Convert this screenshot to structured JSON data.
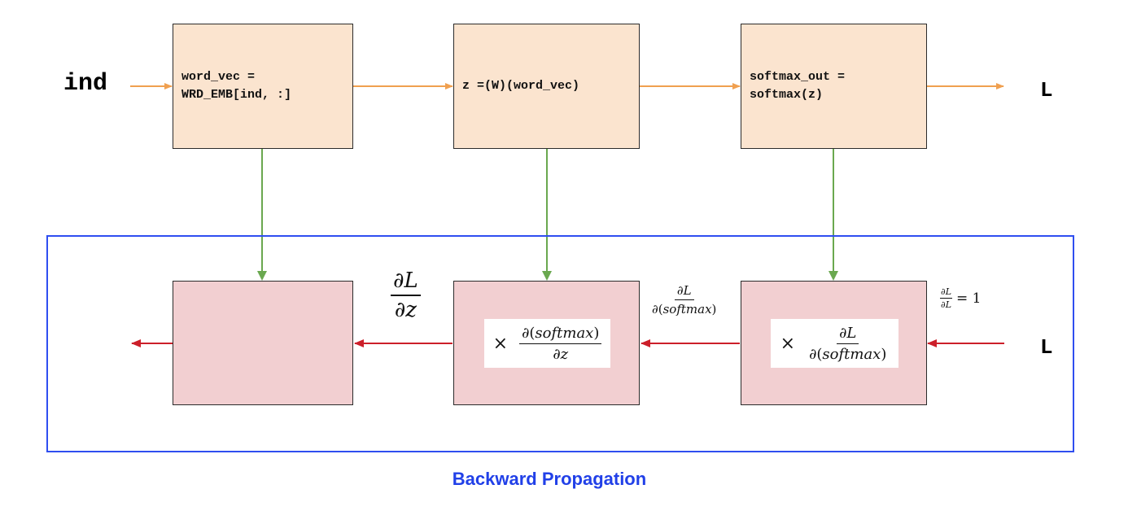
{
  "forward": {
    "input_label": "ind",
    "output_label": "L",
    "box1": {
      "line1": "word_vec =",
      "line2": "WRD_EMB[ind, :]"
    },
    "box2": {
      "line1": "z =(W)(word_vec)"
    },
    "box3": {
      "line1": "softmax_out =",
      "line2": "softmax(z)"
    }
  },
  "backward": {
    "region_title": "Backward Propagation",
    "input_label": "L",
    "box2_term": {
      "times": "×",
      "num_op": "∂(",
      "num_var": "softmax",
      "num_close": ")",
      "den_op": "∂",
      "den_var": "z"
    },
    "box3_term": {
      "times": "×",
      "num_op": "∂",
      "num_var": "L",
      "den_op": "∂(",
      "den_var": "softmax",
      "den_close": ")"
    },
    "grad_dz": {
      "num_op": "∂",
      "num_var": "L",
      "den_op": "∂",
      "den_var": "z"
    },
    "grad_dsoftmax": {
      "num_op": "∂",
      "num_var": "L",
      "den_op": "∂(",
      "den_var": "softmax",
      "den_close": ")"
    },
    "grad_dL": {
      "num_op": "∂",
      "num_var": "L",
      "den_op": "∂",
      "den_var": "L",
      "equals": "= 1"
    }
  },
  "colors": {
    "forward_arrow": "#f0a050",
    "backward_arrow": "#cc1f2a",
    "link_arrow": "#6aa84f",
    "region_border": "#2f4ef0",
    "caption": "#2140e8",
    "forward_box": "#fbe4cf",
    "backward_box": "#f2cfd1"
  }
}
